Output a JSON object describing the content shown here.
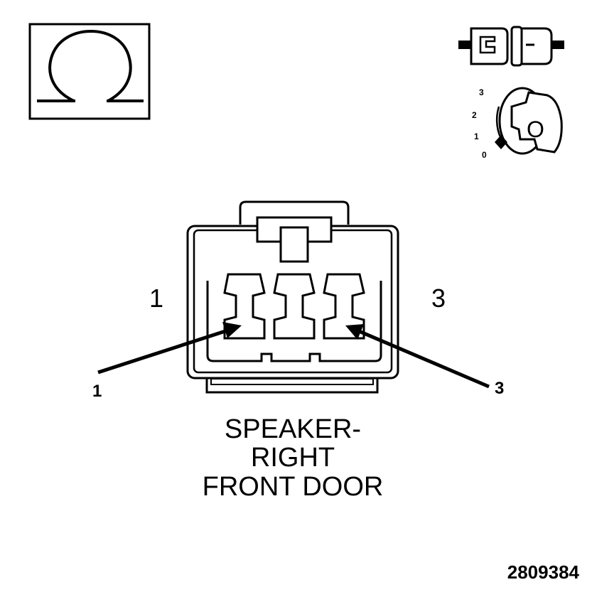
{
  "ohm_symbol": {
    "glyph": "Ω",
    "icon": "ohm-icon"
  },
  "connector_icon": {
    "icon": "disconnected-connector-icon"
  },
  "ignition": {
    "icon": "ignition-key-icon",
    "positions": [
      "3",
      "2",
      "1",
      "0"
    ],
    "key_letter": "O"
  },
  "connector": {
    "side_label_left": "1",
    "side_label_right": "3",
    "callout_left": "1",
    "callout_right": "3"
  },
  "title": {
    "line1": "SPEAKER-",
    "line2": "RIGHT",
    "line3": "FRONT DOOR"
  },
  "figure_number": "2809384",
  "colors": {
    "ink": "#000000",
    "paper": "#ffffff"
  }
}
